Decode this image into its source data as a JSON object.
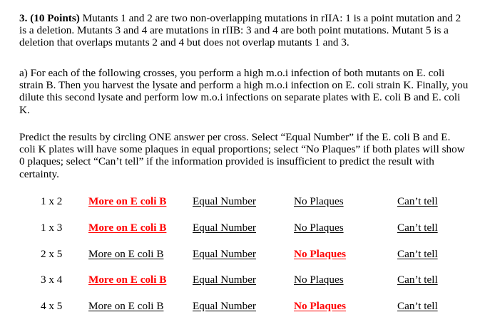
{
  "question": {
    "number_label": "3. (10 Points)",
    "intro": " Mutants 1 and 2 are two non-overlapping mutations in rIIA: 1 is a point mutation and 2 is a deletion.  Mutants 3 and 4 are mutations in rIIB:  3 and 4 are both point mutations. Mutant 5 is a deletion that overlaps mutants 2 and 4 but does not overlap mutants 1 and 3.",
    "part_a": "a) For each of the following crosses, you perform a high m.o.i infection of both mutants on E. coli strain B. Then you harvest the lysate and perform a high m.o.i infection on E. coli strain K. Finally, you dilute this second lysate and perform low m.o.i infections on separate plates with E. coli B and E. coli K.",
    "instructions": "Predict the results by circling ONE answer per cross. Select “Equal Number” if the E. coli B and E. coli K plates will have some plaques in equal proportions; select “No Plaques” if both plates will show 0 plaques; select “Can’t tell” if the information provided is insufficient to predict the result with certainty."
  },
  "options": [
    "More on E coli B",
    "Equal Number",
    "No Plaques",
    "Can’t tell"
  ],
  "highlight_color": "#ff0000",
  "crosses": [
    {
      "label": "1 x 2",
      "selected": 0
    },
    {
      "label": "1 x 3",
      "selected": 0
    },
    {
      "label": "2 x 5",
      "selected": 2
    },
    {
      "label": "3 x 4",
      "selected": 0
    },
    {
      "label": "4 x 5",
      "selected": 2
    }
  ]
}
